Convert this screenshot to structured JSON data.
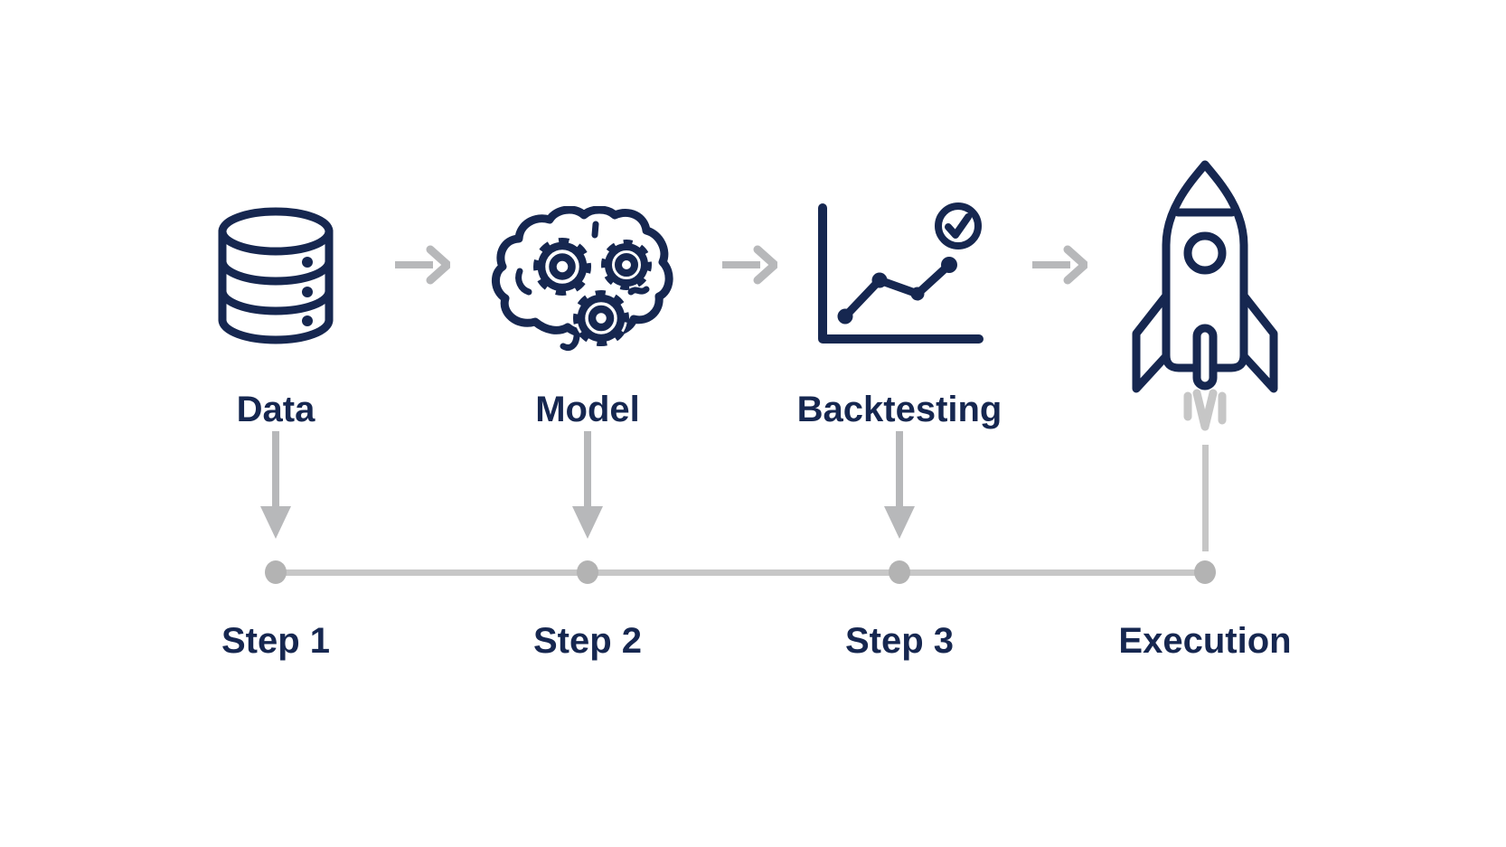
{
  "diagram": {
    "type": "process-flow",
    "stages": [
      {
        "name": "Data",
        "icon": "database-icon",
        "step": "Step 1"
      },
      {
        "name": "Model",
        "icon": "brain-gears-icon",
        "step": "Step 2"
      },
      {
        "name": "Backtesting",
        "icon": "line-chart-check-icon",
        "step": "Step 3"
      },
      {
        "icon": "rocket-icon",
        "step": "Execution"
      }
    ]
  },
  "colors": {
    "background": "#ffffff",
    "navy": "#162750",
    "arrow_gray": "#b7b8ba",
    "timeline_gray": "#c7c7c7",
    "dot_gray": "#b3b3b3",
    "exhaust_gray": "#c6c6c6"
  }
}
